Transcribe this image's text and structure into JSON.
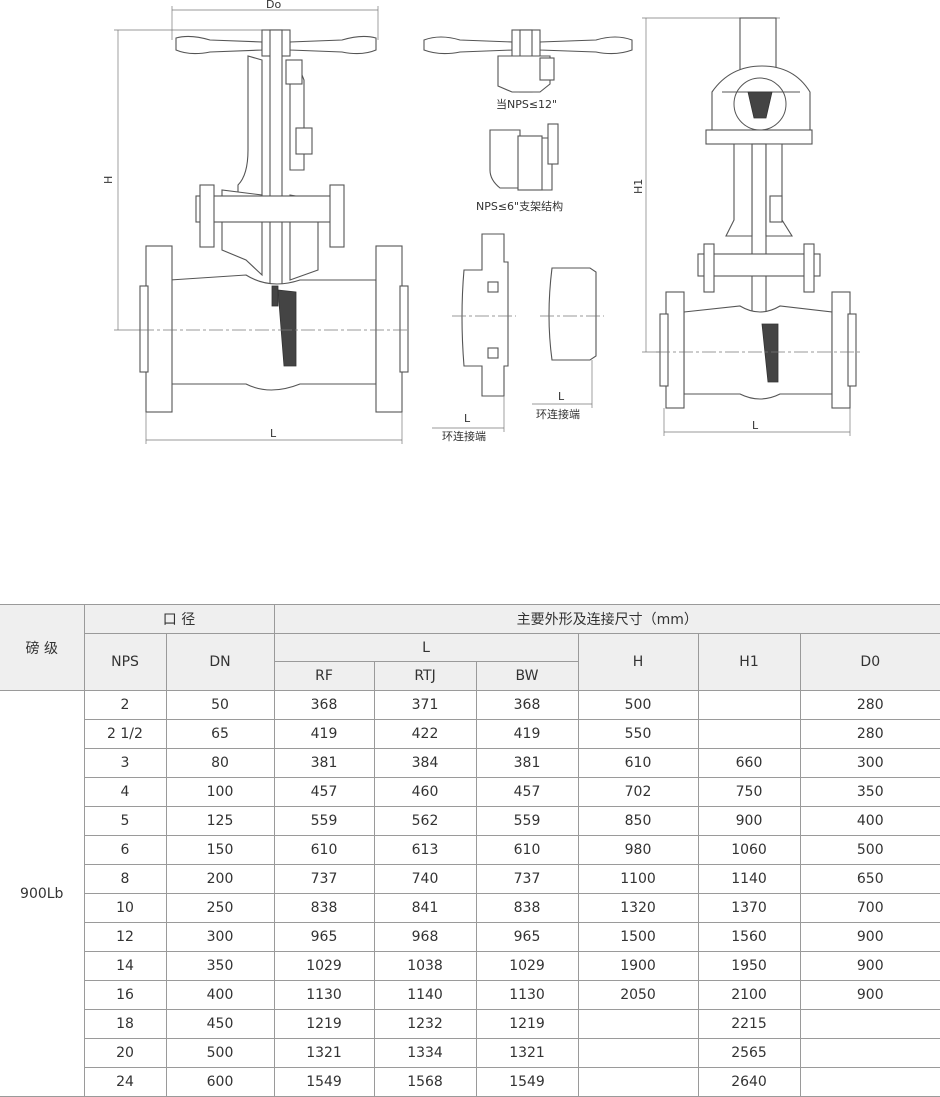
{
  "drawing": {
    "dim_labels": {
      "do": "Do",
      "h": "H",
      "h1": "H1",
      "l": "L"
    },
    "captions": {
      "nps12": "当NPS≤12\"",
      "nps6": "NPS≤6\"支架结构",
      "ring1": "环连接端",
      "ring2": "环连接端"
    }
  },
  "table": {
    "headers": {
      "pressure_class": "磅 级",
      "bore": "口 径",
      "main_dims": "主要外形及连接尺寸（mm）",
      "nps": "NPS",
      "dn": "DN",
      "l": "L",
      "rf": "RF",
      "rtj": "RTJ",
      "bw": "BW",
      "h": "H",
      "h1": "H1",
      "d0": "D0"
    },
    "class_value": "900Lb",
    "rows": [
      {
        "nps": "2",
        "dn": "50",
        "rf": "368",
        "rtj": "371",
        "bw": "368",
        "h": "500",
        "h1": "",
        "d0": "280"
      },
      {
        "nps": "2 1/2",
        "dn": "65",
        "rf": "419",
        "rtj": "422",
        "bw": "419",
        "h": "550",
        "h1": "",
        "d0": "280"
      },
      {
        "nps": "3",
        "dn": "80",
        "rf": "381",
        "rtj": "384",
        "bw": "381",
        "h": "610",
        "h1": "660",
        "d0": "300"
      },
      {
        "nps": "4",
        "dn": "100",
        "rf": "457",
        "rtj": "460",
        "bw": "457",
        "h": "702",
        "h1": "750",
        "d0": "350"
      },
      {
        "nps": "5",
        "dn": "125",
        "rf": "559",
        "rtj": "562",
        "bw": "559",
        "h": "850",
        "h1": "900",
        "d0": "400"
      },
      {
        "nps": "6",
        "dn": "150",
        "rf": "610",
        "rtj": "613",
        "bw": "610",
        "h": "980",
        "h1": "1060",
        "d0": "500"
      },
      {
        "nps": "8",
        "dn": "200",
        "rf": "737",
        "rtj": "740",
        "bw": "737",
        "h": "1100",
        "h1": "1140",
        "d0": "650"
      },
      {
        "nps": "10",
        "dn": "250",
        "rf": "838",
        "rtj": "841",
        "bw": "838",
        "h": "1320",
        "h1": "1370",
        "d0": "700"
      },
      {
        "nps": "12",
        "dn": "300",
        "rf": "965",
        "rtj": "968",
        "bw": "965",
        "h": "1500",
        "h1": "1560",
        "d0": "900"
      },
      {
        "nps": "14",
        "dn": "350",
        "rf": "1029",
        "rtj": "1038",
        "bw": "1029",
        "h": "1900",
        "h1": "1950",
        "d0": "900"
      },
      {
        "nps": "16",
        "dn": "400",
        "rf": "1130",
        "rtj": "1140",
        "bw": "1130",
        "h": "2050",
        "h1": "2100",
        "d0": "900"
      },
      {
        "nps": "18",
        "dn": "450",
        "rf": "1219",
        "rtj": "1232",
        "bw": "1219",
        "h": "",
        "h1": "2215",
        "d0": ""
      },
      {
        "nps": "20",
        "dn": "500",
        "rf": "1321",
        "rtj": "1334",
        "bw": "1321",
        "h": "",
        "h1": "2565",
        "d0": ""
      },
      {
        "nps": "24",
        "dn": "600",
        "rf": "1549",
        "rtj": "1568",
        "bw": "1549",
        "h": "",
        "h1": "2640",
        "d0": ""
      }
    ]
  }
}
